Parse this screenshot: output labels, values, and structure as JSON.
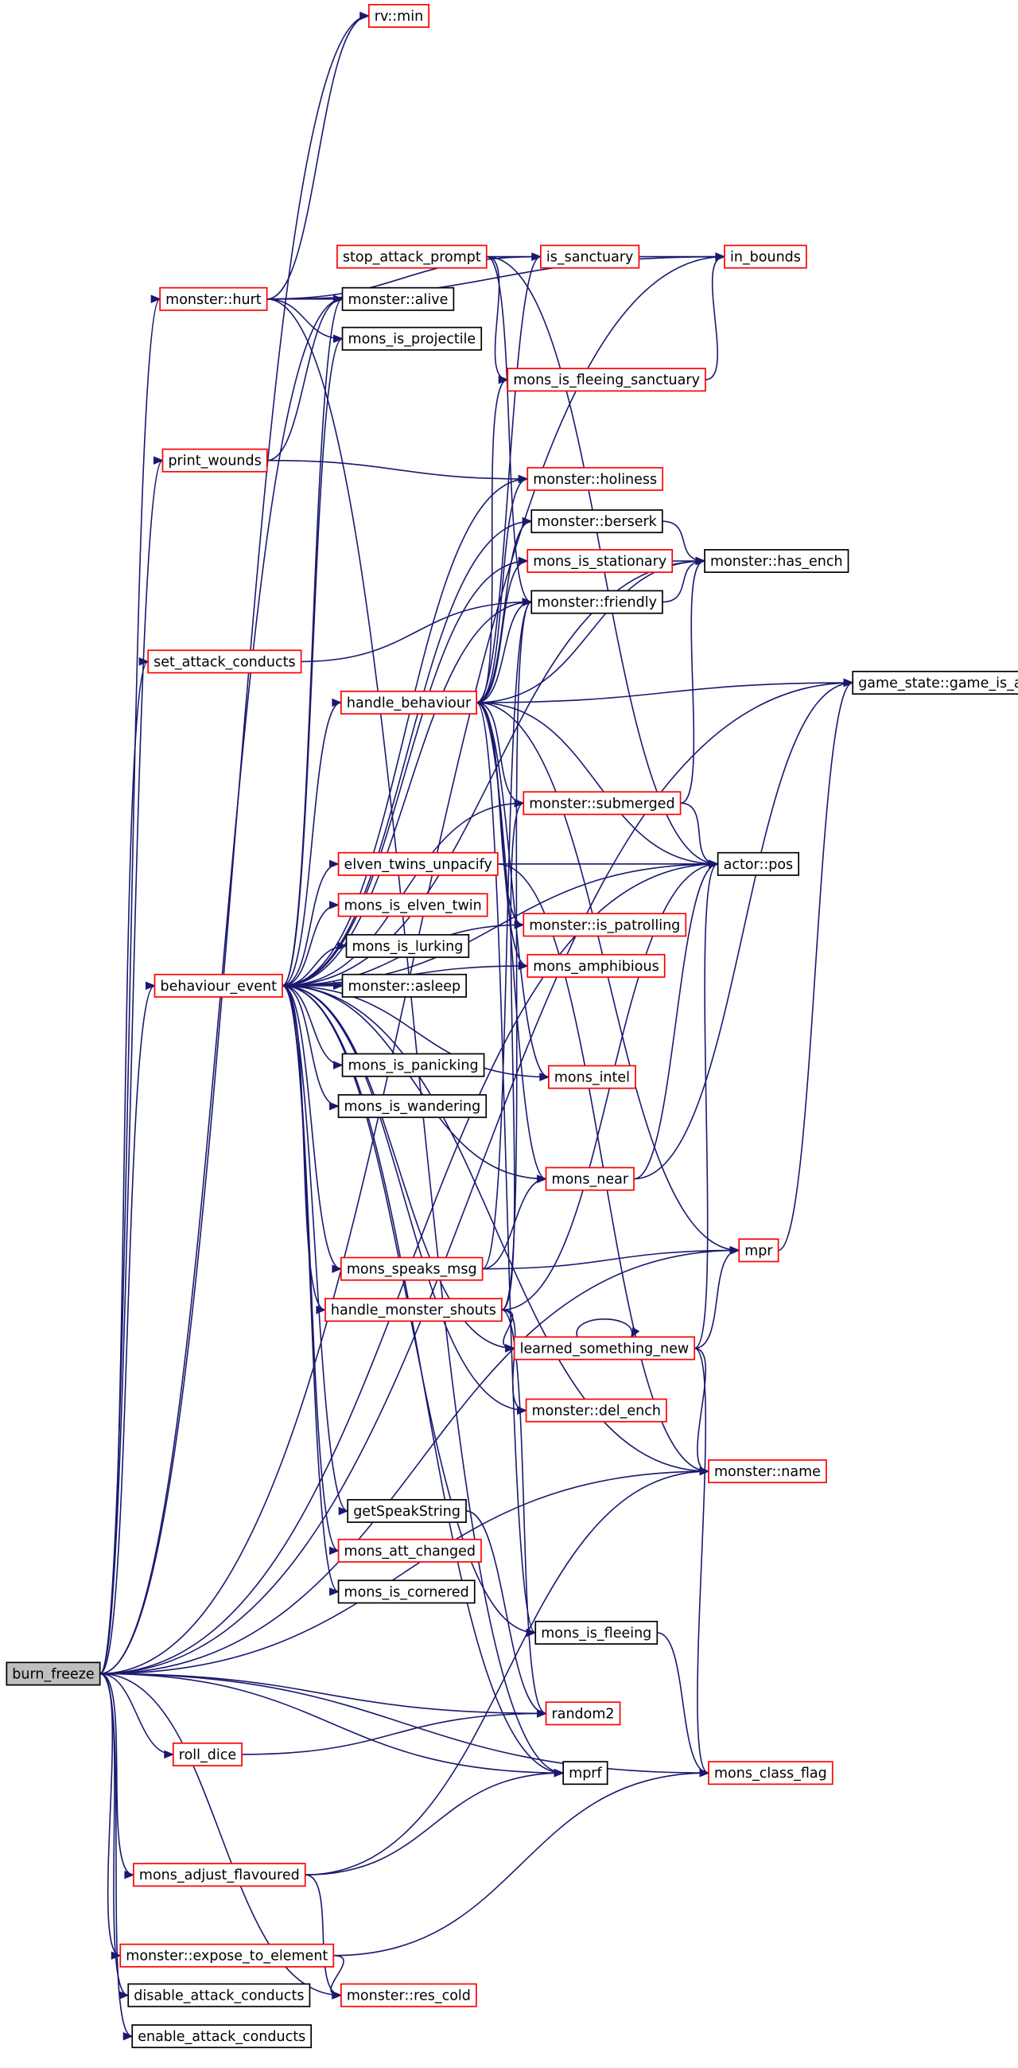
{
  "diagram": {
    "root": "burn_freeze",
    "colors": {
      "edge": "#191970",
      "root_fill": "#bfbfbf",
      "node_border_linked": "#ff0000",
      "node_border_plain": "#000000",
      "node_fill": "#ffffff"
    },
    "nodes": [
      {
        "id": "burn_freeze",
        "label": "burn_freeze",
        "style": "root"
      },
      {
        "id": "rv_min",
        "label": "rv::min",
        "style": "linked"
      },
      {
        "id": "monster_hurt",
        "label": "monster::hurt",
        "style": "linked"
      },
      {
        "id": "stop_attack_prompt",
        "label": "stop_attack_prompt",
        "style": "linked"
      },
      {
        "id": "is_sanctuary",
        "label": "is_sanctuary",
        "style": "linked"
      },
      {
        "id": "in_bounds",
        "label": "in_bounds",
        "style": "linked"
      },
      {
        "id": "monster_alive",
        "label": "monster::alive",
        "style": "plain"
      },
      {
        "id": "mons_is_projectile",
        "label": "mons_is_projectile",
        "style": "plain"
      },
      {
        "id": "mons_is_fleeing_sanctuary",
        "label": "mons_is_fleeing_sanctuary",
        "style": "linked"
      },
      {
        "id": "print_wounds",
        "label": "print_wounds",
        "style": "linked"
      },
      {
        "id": "monster_holiness",
        "label": "monster::holiness",
        "style": "linked"
      },
      {
        "id": "monster_berserk",
        "label": "monster::berserk",
        "style": "plain"
      },
      {
        "id": "mons_is_stationary",
        "label": "mons_is_stationary",
        "style": "linked"
      },
      {
        "id": "monster_has_ench",
        "label": "monster::has_ench",
        "style": "plain"
      },
      {
        "id": "monster_friendly",
        "label": "monster::friendly",
        "style": "plain"
      },
      {
        "id": "set_attack_conducts",
        "label": "set_attack_conducts",
        "style": "linked"
      },
      {
        "id": "handle_behaviour",
        "label": "handle_behaviour",
        "style": "linked"
      },
      {
        "id": "game_state_game_is_arena",
        "label": "game_state::game_is_arena",
        "style": "plain"
      },
      {
        "id": "monster_submerged",
        "label": "monster::submerged",
        "style": "linked"
      },
      {
        "id": "elven_twins_unpacify",
        "label": "elven_twins_unpacify",
        "style": "linked"
      },
      {
        "id": "actor_pos",
        "label": "actor::pos",
        "style": "plain"
      },
      {
        "id": "mons_is_elven_twin",
        "label": "mons_is_elven_twin",
        "style": "linked"
      },
      {
        "id": "mons_is_lurking",
        "label": "mons_is_lurking",
        "style": "plain"
      },
      {
        "id": "monster_is_patrolling",
        "label": "monster::is_patrolling",
        "style": "linked"
      },
      {
        "id": "behaviour_event",
        "label": "behaviour_event",
        "style": "linked"
      },
      {
        "id": "mons_amphibious",
        "label": "mons_amphibious",
        "style": "linked"
      },
      {
        "id": "monster_asleep",
        "label": "monster::asleep",
        "style": "plain"
      },
      {
        "id": "mons_is_panicking",
        "label": "mons_is_panicking",
        "style": "plain"
      },
      {
        "id": "mons_intel",
        "label": "mons_intel",
        "style": "linked"
      },
      {
        "id": "mons_is_wandering",
        "label": "mons_is_wandering",
        "style": "plain"
      },
      {
        "id": "mons_near",
        "label": "mons_near",
        "style": "linked"
      },
      {
        "id": "mons_speaks_msg",
        "label": "mons_speaks_msg",
        "style": "linked"
      },
      {
        "id": "mpr",
        "label": "mpr",
        "style": "linked"
      },
      {
        "id": "handle_monster_shouts",
        "label": "handle_monster_shouts",
        "style": "linked"
      },
      {
        "id": "learned_something_new",
        "label": "learned_something_new",
        "style": "linked"
      },
      {
        "id": "monster_del_ench",
        "label": "monster::del_ench",
        "style": "linked"
      },
      {
        "id": "monster_name",
        "label": "monster::name",
        "style": "linked"
      },
      {
        "id": "getSpeakString",
        "label": "getSpeakString",
        "style": "plain"
      },
      {
        "id": "mons_att_changed",
        "label": "mons_att_changed",
        "style": "linked"
      },
      {
        "id": "mons_is_cornered",
        "label": "mons_is_cornered",
        "style": "plain"
      },
      {
        "id": "mons_is_fleeing",
        "label": "mons_is_fleeing",
        "style": "plain"
      },
      {
        "id": "random2",
        "label": "random2",
        "style": "linked"
      },
      {
        "id": "roll_dice",
        "label": "roll_dice",
        "style": "linked"
      },
      {
        "id": "mprf",
        "label": "mprf",
        "style": "plain"
      },
      {
        "id": "mons_class_flag",
        "label": "mons_class_flag",
        "style": "linked"
      },
      {
        "id": "mons_adjust_flavoured",
        "label": "mons_adjust_flavoured",
        "style": "linked"
      },
      {
        "id": "monster_expose_to_element",
        "label": "monster::expose_to_element",
        "style": "linked"
      },
      {
        "id": "monster_res_cold",
        "label": "monster::res_cold",
        "style": "linked"
      },
      {
        "id": "disable_attack_conducts",
        "label": "disable_attack_conducts",
        "style": "plain"
      },
      {
        "id": "enable_attack_conducts",
        "label": "enable_attack_conducts",
        "style": "plain"
      }
    ],
    "edges": [
      [
        "burn_freeze",
        "rv_min"
      ],
      [
        "burn_freeze",
        "monster_hurt"
      ],
      [
        "burn_freeze",
        "print_wounds"
      ],
      [
        "burn_freeze",
        "set_attack_conducts"
      ],
      [
        "burn_freeze",
        "behaviour_event"
      ],
      [
        "burn_freeze",
        "monster_alive"
      ],
      [
        "burn_freeze",
        "in_bounds"
      ],
      [
        "burn_freeze",
        "game_state_game_is_arena"
      ],
      [
        "burn_freeze",
        "actor_pos"
      ],
      [
        "burn_freeze",
        "random2"
      ],
      [
        "burn_freeze",
        "roll_dice"
      ],
      [
        "burn_freeze",
        "mpr"
      ],
      [
        "burn_freeze",
        "monster_name"
      ],
      [
        "burn_freeze",
        "mprf"
      ],
      [
        "burn_freeze",
        "mons_class_flag"
      ],
      [
        "burn_freeze",
        "mons_adjust_flavoured"
      ],
      [
        "burn_freeze",
        "monster_expose_to_element"
      ],
      [
        "burn_freeze",
        "monster_res_cold"
      ],
      [
        "burn_freeze",
        "disable_attack_conducts"
      ],
      [
        "burn_freeze",
        "enable_attack_conducts"
      ],
      [
        "monster_hurt",
        "rv_min"
      ],
      [
        "monster_hurt",
        "is_sanctuary"
      ],
      [
        "monster_hurt",
        "monster_alive"
      ],
      [
        "monster_hurt",
        "mons_is_projectile"
      ],
      [
        "monster_hurt",
        "in_bounds"
      ],
      [
        "monster_hurt",
        "mprf"
      ],
      [
        "stop_attack_prompt",
        "is_sanctuary"
      ],
      [
        "stop_attack_prompt",
        "actor_pos"
      ],
      [
        "stop_attack_prompt",
        "monster_friendly"
      ],
      [
        "stop_attack_prompt",
        "mons_is_fleeing_sanctuary"
      ],
      [
        "is_sanctuary",
        "in_bounds"
      ],
      [
        "mons_is_fleeing_sanctuary",
        "in_bounds"
      ],
      [
        "print_wounds",
        "monster_alive"
      ],
      [
        "print_wounds",
        "monster_holiness"
      ],
      [
        "set_attack_conducts",
        "monster_friendly"
      ],
      [
        "monster_berserk",
        "monster_has_ench"
      ],
      [
        "mons_is_stationary",
        "monster_has_ench"
      ],
      [
        "monster_friendly",
        "monster_has_ench"
      ],
      [
        "handle_behaviour",
        "game_state_game_is_arena"
      ],
      [
        "handle_behaviour",
        "actor_pos"
      ],
      [
        "handle_behaviour",
        "monster_friendly"
      ],
      [
        "handle_behaviour",
        "monster_berserk"
      ],
      [
        "handle_behaviour",
        "mons_is_stationary"
      ],
      [
        "handle_behaviour",
        "monster_holiness"
      ],
      [
        "handle_behaviour",
        "mons_is_fleeing_sanctuary"
      ],
      [
        "handle_behaviour",
        "is_sanctuary"
      ],
      [
        "handle_behaviour",
        "monster_has_ench"
      ],
      [
        "handle_behaviour",
        "monster_is_patrolling"
      ],
      [
        "handle_behaviour",
        "mons_amphibious"
      ],
      [
        "handle_behaviour",
        "mons_intel"
      ],
      [
        "handle_behaviour",
        "mons_near"
      ],
      [
        "handle_behaviour",
        "mpr"
      ],
      [
        "handle_behaviour",
        "mons_is_fleeing"
      ],
      [
        "handle_behaviour",
        "monster_submerged"
      ],
      [
        "monster_submerged",
        "actor_pos"
      ],
      [
        "monster_submerged",
        "monster_has_ench"
      ],
      [
        "elven_twins_unpacify",
        "actor_pos"
      ],
      [
        "elven_twins_unpacify",
        "monster_name"
      ],
      [
        "mons_near",
        "actor_pos"
      ],
      [
        "mons_near",
        "game_state_game_is_arena"
      ],
      [
        "mpr",
        "game_state_game_is_arena"
      ],
      [
        "behaviour_event",
        "handle_behaviour"
      ],
      [
        "behaviour_event",
        "monster_alive"
      ],
      [
        "behaviour_event",
        "mons_is_projectile"
      ],
      [
        "behaviour_event",
        "monster_holiness"
      ],
      [
        "behaviour_event",
        "monster_berserk"
      ],
      [
        "behaviour_event",
        "mons_is_stationary"
      ],
      [
        "behaviour_event",
        "monster_friendly"
      ],
      [
        "behaviour_event",
        "monster_submerged"
      ],
      [
        "behaviour_event",
        "actor_pos"
      ],
      [
        "behaviour_event",
        "elven_twins_unpacify"
      ],
      [
        "behaviour_event",
        "mons_is_elven_twin"
      ],
      [
        "behaviour_event",
        "mons_is_lurking"
      ],
      [
        "behaviour_event",
        "monster_asleep"
      ],
      [
        "behaviour_event",
        "monster_is_patrolling"
      ],
      [
        "behaviour_event",
        "mons_is_panicking"
      ],
      [
        "behaviour_event",
        "mons_is_wandering"
      ],
      [
        "behaviour_event",
        "mons_intel"
      ],
      [
        "behaviour_event",
        "mons_near"
      ],
      [
        "behaviour_event",
        "mons_speaks_msg"
      ],
      [
        "behaviour_event",
        "handle_monster_shouts"
      ],
      [
        "behaviour_event",
        "learned_something_new"
      ],
      [
        "behaviour_event",
        "monster_del_ench"
      ],
      [
        "behaviour_event",
        "monster_name"
      ],
      [
        "behaviour_event",
        "getSpeakString"
      ],
      [
        "behaviour_event",
        "mons_att_changed"
      ],
      [
        "behaviour_event",
        "mons_is_cornered"
      ],
      [
        "behaviour_event",
        "mons_is_fleeing"
      ],
      [
        "behaviour_event",
        "mprf"
      ],
      [
        "behaviour_event",
        "monster_has_ench"
      ],
      [
        "behaviour_event",
        "mons_amphibious"
      ],
      [
        "mons_speaks_msg",
        "mpr"
      ],
      [
        "mons_speaks_msg",
        "mons_near"
      ],
      [
        "mons_speaks_msg",
        "monster_friendly"
      ],
      [
        "handle_monster_shouts",
        "learned_something_new"
      ],
      [
        "handle_monster_shouts",
        "monster_del_ench"
      ],
      [
        "handle_monster_shouts",
        "random2"
      ],
      [
        "handle_monster_shouts",
        "actor_pos"
      ],
      [
        "handle_monster_shouts",
        "monster_friendly"
      ],
      [
        "handle_monster_shouts",
        "monster_submerged"
      ],
      [
        "learned_something_new",
        "learned_something_new"
      ],
      [
        "learned_something_new",
        "mpr"
      ],
      [
        "learned_something_new",
        "monster_name"
      ],
      [
        "learned_something_new",
        "mons_class_flag"
      ],
      [
        "learned_something_new",
        "actor_pos"
      ],
      [
        "getSpeakString",
        "random2"
      ],
      [
        "mons_is_fleeing",
        "mons_class_flag"
      ],
      [
        "roll_dice",
        "random2"
      ],
      [
        "mons_adjust_flavoured",
        "mprf"
      ],
      [
        "mons_adjust_flavoured",
        "monster_name"
      ],
      [
        "mons_adjust_flavoured",
        "monster_res_cold"
      ],
      [
        "monster_expose_to_element",
        "monster_res_cold"
      ],
      [
        "monster_expose_to_element",
        "mons_class_flag"
      ]
    ]
  }
}
